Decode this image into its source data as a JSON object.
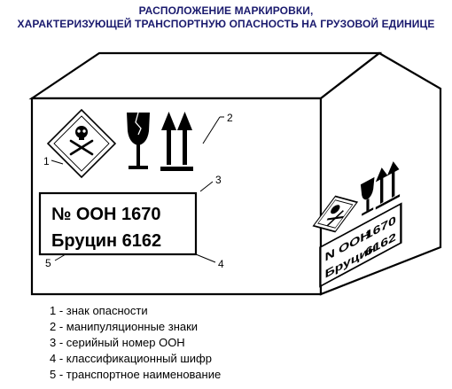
{
  "title": {
    "line1": "РАСПОЛОЖЕНИЕ МАРКИРОВКИ,",
    "line2": "ХАРАКТЕРИЗУЮЩЕЙ ТРАНСПОРТНУЮ ОПАСНОСТЬ НА ГРУЗОВОЙ ЕДИНИЦЕ"
  },
  "front": {
    "un_number": "№ ООН 1670",
    "shipping_name": "Бруцин 6162"
  },
  "side": {
    "un_number_prefix": "N ООН",
    "un_number": "1670",
    "shipping_name": "Бруцин",
    "class_code": "6162"
  },
  "callouts": [
    "1",
    "2",
    "3",
    "4",
    "5"
  ],
  "legend": [
    "1 - знак опасности",
    "2 - манипуляционные знаки",
    "3 - серийный номер ООН",
    "4 - классификационный шифр",
    "5 - транспортное наименование"
  ],
  "icons": [
    "skull-crossbones-icon",
    "fragile-glass-icon",
    "this-way-up-arrows-icon"
  ]
}
